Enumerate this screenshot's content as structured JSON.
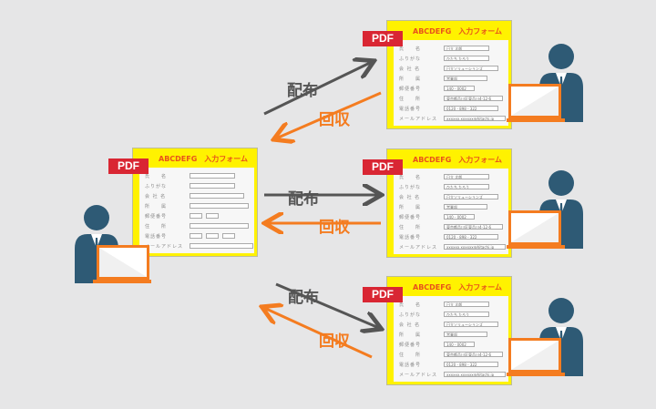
{
  "form_title": "ABCDEFG　入力フォーム",
  "pdf_badge": "PDF",
  "field_labels": [
    "氏　　名",
    "ふりがな",
    "会 社 名",
    "所　　属",
    "郵便番号",
    "住　　所",
    "電話番号",
    "メールアドレス"
  ],
  "filled_values": [
    "日立 太郎",
    "ひたち たろう",
    "日立ソリューションズ",
    "営業部",
    "140 - 0002",
    "東京都品川区東品川4-12-6",
    "0120 - 898 - 322",
    "xxxxxx.xxxxxx@hitachi.jp"
  ],
  "distribute_label": "配布",
  "collect_label": "回収",
  "colors": {
    "distribute": "#555555",
    "collect": "#f47c20",
    "person": "#2e5a75",
    "form": "#fff200",
    "pdf": "#d92633"
  }
}
